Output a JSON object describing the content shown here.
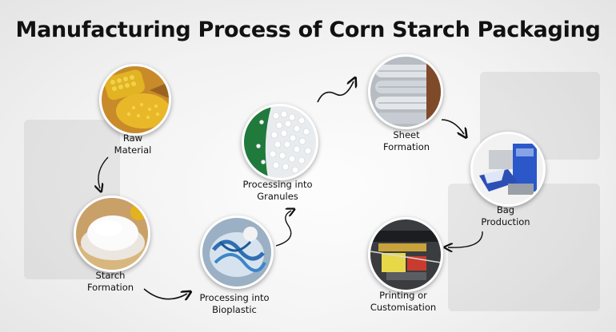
{
  "title": "Manufacturing Process of Corn Starch Packaging",
  "steps": [
    {
      "line1": "Raw",
      "line2": "Material",
      "icon": "corn-icon"
    },
    {
      "line1": "Starch",
      "line2": "Formation",
      "icon": "starch-powder-icon"
    },
    {
      "line1": "Processing into",
      "line2": "Bioplastic",
      "icon": "bioplastic-icon"
    },
    {
      "line1": "Processing into",
      "line2": "Granules",
      "icon": "granules-icon"
    },
    {
      "line1": "Sheet",
      "line2": "Formation",
      "icon": "sheet-roll-icon"
    },
    {
      "line1": "Bag",
      "line2": "Production",
      "icon": "bag-machine-icon"
    },
    {
      "line1": "Printing or",
      "line2": "Customisation",
      "icon": "printing-machine-icon"
    }
  ]
}
